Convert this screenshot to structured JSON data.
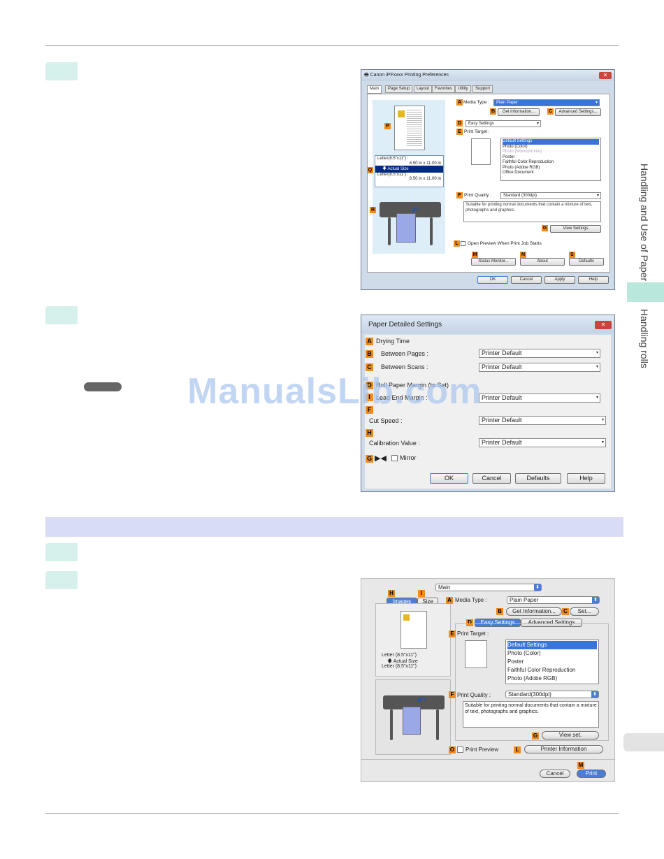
{
  "sidebar": {
    "section1": "Handling and Use of Paper",
    "section2": "Handling rolls"
  },
  "watermark": "ManualsLib.com",
  "dialog1": {
    "title": "Canon iPFxxxx Printing Preferences",
    "tabs": [
      "Main",
      "Page Setup",
      "Layout",
      "Favorites",
      "Utility",
      "Support"
    ],
    "media_type_label": "Media Type :",
    "media_type_value": "Plain Paper",
    "get_info": "Get Information...",
    "advanced_settings": "Advanced Settings...",
    "easy_settings": "Easy Settings",
    "print_target_label": "Print Target :",
    "print_targets": [
      "Default Settings",
      "Photo (Color)",
      "Photo (Monochrome)",
      "Poster",
      "Faithful Color Reproduction",
      "Photo (Adobe RGB)",
      "Office Document"
    ],
    "print_quality_label": "Print Quality :",
    "print_quality_value": "Standard (300dpi)",
    "quality_desc": "Suitable for printing normal documents that contain a mixture of text, photographs and graphics.",
    "view_settings": "View Settings",
    "open_preview": "Open Preview When Print Job Starts",
    "status_monitor": "Status Monitor...",
    "about": "About",
    "defaults": "Defaults",
    "paper1": "Letter(8.5\"x11\") :",
    "paper1_size": "8.50 in x 11.00 in",
    "actual_size": "Actual Size",
    "paper2": "Letter(8.5\"x11\") :",
    "paper2_size": "8.50 in x 11.00 in",
    "ok": "OK",
    "cancel": "Cancel",
    "apply": "Apply",
    "help": "Help",
    "badges": {
      "A": "A",
      "B": "B",
      "C": "C",
      "D": "D",
      "E": "E",
      "F": "F",
      "G": "G",
      "L": "L",
      "M": "M",
      "N": "N",
      "S": "S",
      "P": "P",
      "Q": "Q",
      "R": "R"
    }
  },
  "dialog2": {
    "title": "Paper Detailed Settings",
    "drying_time": "Drying Time",
    "between_pages": "Between Pages :",
    "between_pages_value": "Printer Default",
    "between_scans": "Between Scans :",
    "between_scans_value": "Printer Default",
    "paper_margin": "Roll Paper Margin (to Set)",
    "lead_end_margin": "Lead End Margin :",
    "lead_end_value": "Printer Default",
    "cut_speed": "Cut Speed :",
    "cut_speed_value": "Printer Default",
    "calibration": "Calibration Value :",
    "calibration_value": "Printer Default",
    "mirror": "Mirror",
    "ok": "OK",
    "cancel": "Cancel",
    "defaults": "Defaults",
    "help": "Help",
    "badges": {
      "A": "A",
      "B": "B",
      "C": "C",
      "D": "D",
      "I": "I",
      "F": "F",
      "H": "H",
      "G": "G"
    }
  },
  "dialog3": {
    "popup": "Main",
    "images_tab": "Images",
    "size_tab": "Size",
    "media_type_label": "Media Type :",
    "media_type_value": "Plain Paper",
    "get_info": "Get Information...",
    "set": "Set...",
    "easy_settings": "Easy Settings",
    "advanced_settings": "Advanced Settings",
    "print_target_label": "Print Target :",
    "print_targets": [
      "Default Settings",
      "Photo (Color)",
      "Poster",
      "Faithful Color Reproduction",
      "Photo (Adobe RGB)"
    ],
    "print_quality_label": "Print Quality :",
    "print_quality_value": "Standard(300dpi)",
    "quality_desc": "Suitable for printing normal documents that contain a mixture of text, photographs and graphics.",
    "view_set": "View set.",
    "print_preview": "Print Preview",
    "printer_information": "Printer Information",
    "paper1": "Letter (8.5\"x11\")",
    "actual_size": "Actual Size",
    "paper2": "Letter (8.5\"x11\")",
    "cancel": "Cancel",
    "print": "Print",
    "badges": {
      "H": "H",
      "I": "I",
      "A": "A",
      "B": "B",
      "C": "C",
      "D": "D",
      "E": "E",
      "F": "F",
      "G": "G",
      "O": "O",
      "L": "L",
      "M": "M"
    }
  },
  "colors": {
    "accent": "#f08c1e",
    "step": "#d6f1ec",
    "band": "#d9dcf5",
    "select": "#3875d7"
  }
}
